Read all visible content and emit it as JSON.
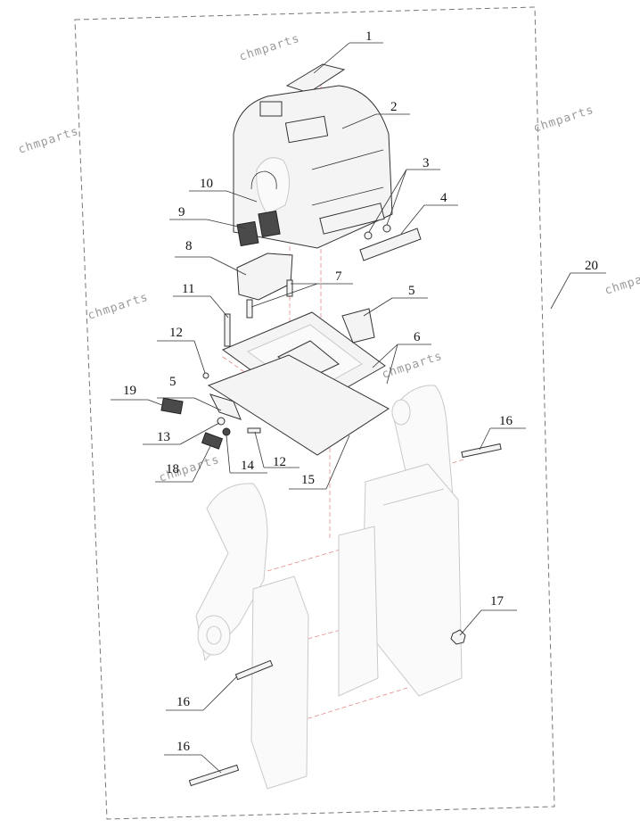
{
  "watermark": "chmparts",
  "callouts": [
    "1",
    "2",
    "3",
    "4",
    "5",
    "5",
    "6",
    "7",
    "8",
    "9",
    "10",
    "11",
    "12",
    "12",
    "13",
    "14",
    "15",
    "16",
    "16",
    "16",
    "17",
    "18",
    "19",
    "20"
  ],
  "colors": {
    "line": "#333333",
    "guide": "#e58a8a",
    "ghost": "#c9c9c9",
    "watermark": "#9a9a9a"
  }
}
